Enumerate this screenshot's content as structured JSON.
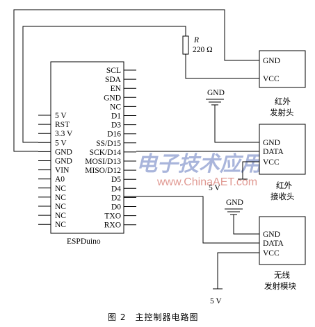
{
  "esp": {
    "name": "ESPDuino",
    "left_pins": [
      "5 V",
      "RST",
      "3.3 V",
      "5 V",
      "GND",
      "GND",
      "VIN",
      "A0",
      "NC",
      "NC",
      "NC",
      "NC",
      "NC"
    ],
    "right_pins": [
      "SCL",
      "SDA",
      "EN",
      "GND",
      "NC",
      "D1",
      "D3",
      "D16",
      "SS/D15",
      "SCK/D14",
      "MOSI/D13",
      "MISO/D12",
      "D5",
      "D4",
      "D2",
      "D0",
      "TXO",
      "RXO"
    ]
  },
  "resistor": {
    "letter": "R",
    "value": "220 Ω"
  },
  "ir_tx": {
    "pins": [
      "GND",
      "VCC"
    ],
    "label_line1": "红外",
    "label_line2": "发射头"
  },
  "ir_rx": {
    "pins": [
      "GND",
      "DATA",
      "VCC"
    ],
    "label_line1": "红外",
    "label_line2": "接收头"
  },
  "wireless": {
    "pins": [
      "GND",
      "DATA",
      "VCC"
    ],
    "label_line1": "无线",
    "label_line2": "发射模块"
  },
  "supply": {
    "gnd_ir": "GND",
    "gnd_wireless": "GND",
    "v5_ir": "5 V",
    "v5_wireless": "5 V"
  },
  "watermark": {
    "cn": "电子技术应用",
    "url": "www.ChinaAET.com"
  },
  "caption": "图 2　主控制器电路图"
}
